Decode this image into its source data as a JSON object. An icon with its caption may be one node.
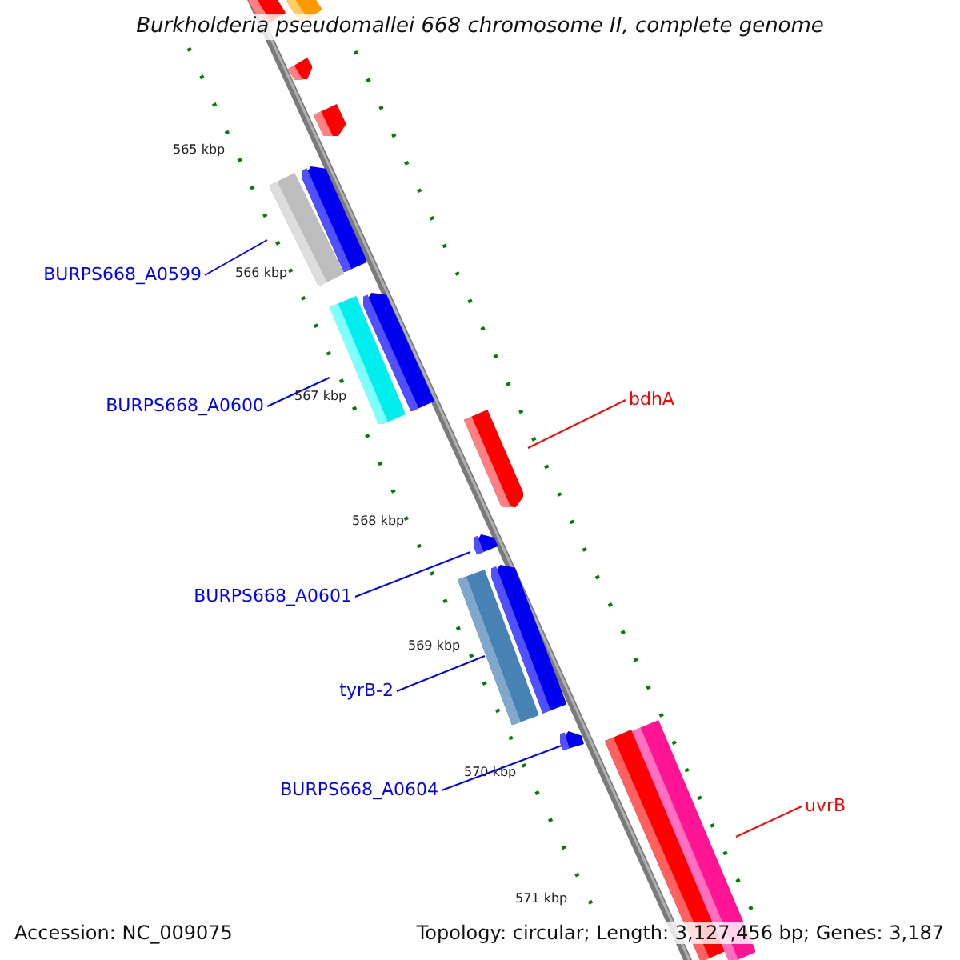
{
  "diagram": {
    "title": "Burkholderia pseudomallei 668 chromosome II, complete genome",
    "nodes": [
      {
        "text": [],
        "shape": "bar"
      },
      {
        "text": [],
        "shape": "bar"
      },
      {
        "text": [],
        "shape": "bar"
      },
      {
        "text": [],
        "shape": "bar"
      },
      {
        "text": [],
        "shape": "bar"
      },
      {
        "text": [],
        "shape": "bar"
      },
      {
        "text": [
          "BURPS668_A0599"
        ]
      },
      {
        "text": [],
        "shape": "bar"
      },
      {
        "text": [],
        "shape": "bar"
      },
      {
        "text": [
          "BURPS668_A0600"
        ]
      },
      {
        "text": [
          "bdhA"
        ]
      },
      {
        "text": [],
        "shape": "bar"
      },
      {
        "text": [],
        "shape": "bar"
      },
      {
        "text": [
          "BURPS668_A0601"
        ]
      },
      {
        "text": [],
        "shape": "bar"
      },
      {
        "text": [],
        "shape": "bar"
      },
      {
        "text": [
          "tyrB-2"
        ]
      },
      {
        "text": [],
        "shape": "bar"
      },
      {
        "text": [
          "BURPS668_A0604"
        ]
      },
      {
        "text": [],
        "shape": "bar"
      },
      {
        "text": [],
        "shape": "bar"
      },
      {
        "text": [
          "uvrB"
        ]
      }
    ],
    "edges": [
      {
        "from": 6,
        "to": 5,
        "arrow": "none"
      },
      {
        "from": 9,
        "to": 8,
        "arrow": "none"
      },
      {
        "from": 10,
        "to": 11,
        "arrow": "none",
        "color": "#ff0000"
      },
      {
        "from": 13,
        "to": 12,
        "arrow": "none"
      },
      {
        "from": 16,
        "to": 15,
        "arrow": "none"
      },
      {
        "from": 18,
        "to": 17,
        "arrow": "none"
      },
      {
        "from": 21,
        "to": 20,
        "arrow": "none",
        "color": "#ff0000"
      }
    ],
    "labels": [
      "565 kbp",
      "566 kbp",
      "567 kbp",
      "568 kbp",
      "569 kbp",
      "570 kbp",
      "571 kbp",
      "Accession: NC_009075",
      "Topology: circular; Length: 3,127,456 bp; Genes: 3,187"
    ]
  }
}
